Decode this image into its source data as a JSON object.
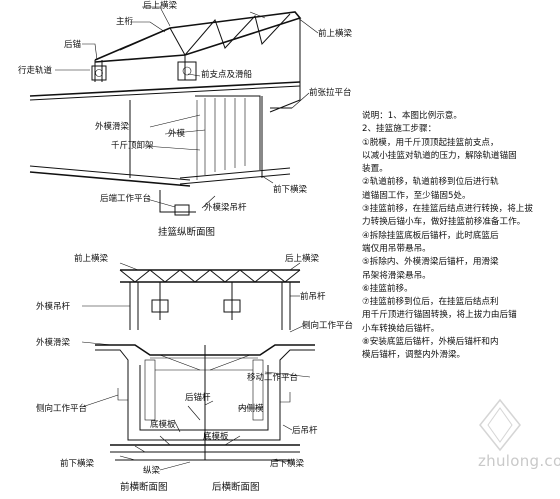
{
  "figure_top": {
    "caption": "挂篮纵断面图",
    "labels": {
      "top_longitudinal_beam": "后上横梁",
      "main_truss": "主桁",
      "front_top_beam": "前上横梁",
      "rear_anchor": "后锚",
      "travel_rail": "行走轨道",
      "front_support": "前支点及滑船",
      "front_tension_platform": "前张拉平台",
      "outer_form_beam": "外模滑梁",
      "outer_form": "外模",
      "jack_frame": "千斤顶卸架",
      "front_bottom_beam": "前下横梁",
      "rear_work_platform": "后端工作平台",
      "outer_form_hanger": "外模梁吊杆"
    }
  },
  "figure_bottom": {
    "caption_left": "前横断面图",
    "caption_right": "后横断面图",
    "labels": {
      "front_top_beam": "前上横梁",
      "rear_top_beam": "后上横梁",
      "outer_hanger_left": "外模吊杆",
      "front_hanger": "前吊杆",
      "side_platform_right": "侧向工作平台",
      "outer_form_beam": "外模滑梁",
      "mobile_platform": "移动工作平台",
      "side_platform_left": "侧向工作平台",
      "rear_anchor_bar": "后锚杆",
      "inner_form": "内侧模",
      "rear_hanger": "后吊杆",
      "bottom_form": "底模板",
      "bottom_form2": "底模板",
      "front_bottom_beam": "前下横梁",
      "rear_bottom_beam": "后下横梁",
      "longitudinal_beam": "纵梁"
    }
  },
  "notes": {
    "lines": [
      "说明：1、本图比例示意。",
      "2、挂篮施工步骤：",
      "①脱模，用千斤顶顶起挂篮前支点，",
      "以减小挂篮对轨道的压力，解除轨道锚固",
      "装置。",
      "②轨道前移，轨道前移到位后进行轨",
      "道锚固工作，至少锚固5处。",
      "③挂篮前移，在挂篮后结点进行转换，将上拔",
      "力转换后锚小车，做好挂篮前移准备工作。",
      "④拆除挂篮底板后锚杆，此时底篮后",
      "端仅用吊带悬吊。",
      "⑤拆除内、外模滑梁后锚杆，用滑梁",
      "吊架将滑梁悬吊。",
      "⑥挂篮前移。",
      "⑦挂篮前移到位后，在挂篮后结点利",
      "用千斤顶进行锚固转换，将上拔力由后锚",
      "小车转换给后锚杆。",
      "⑧安装底篮后锚杆，外模后锚杆和内",
      "模后锚杆，调整内外滑梁。"
    ]
  },
  "watermark": "zhulong.com"
}
